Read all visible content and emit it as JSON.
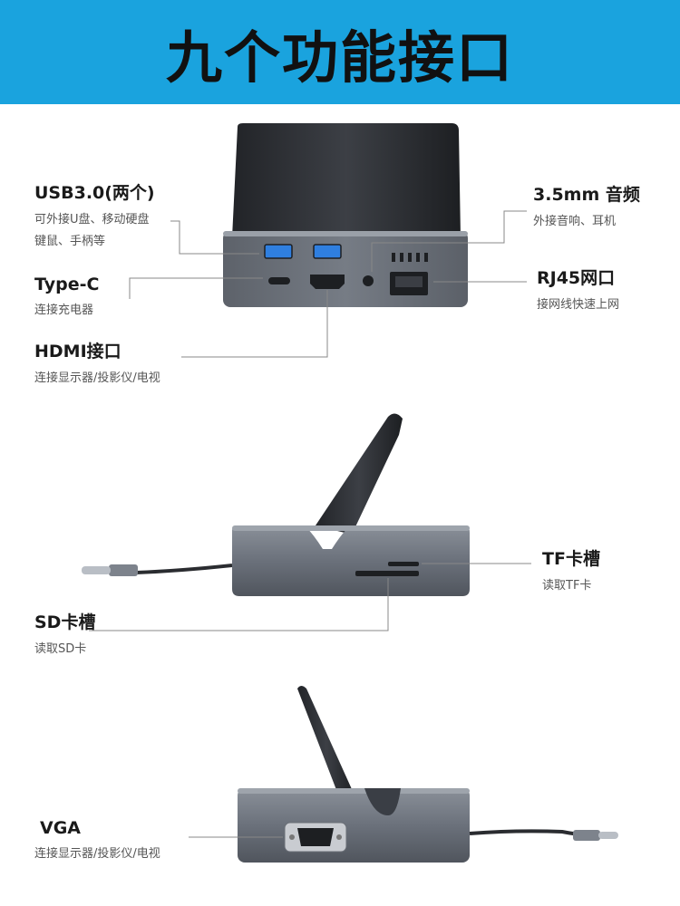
{
  "banner": {
    "title": "九个功能接口"
  },
  "callouts": {
    "usb": {
      "title": "USB3.0(两个)",
      "desc_1": "可外接U盘、移动硬盘",
      "desc_2": "键鼠、手柄等"
    },
    "typec": {
      "title": "Type-C",
      "desc": "连接充电器"
    },
    "hdmi": {
      "title": "HDMI接口",
      "desc": "连接显示器/投影仪/电视"
    },
    "audio": {
      "title": "3.5mm 音频",
      "desc": "外接音响、耳机"
    },
    "rj45": {
      "title": "RJ45网口",
      "desc": "接网线快速上网"
    },
    "tf": {
      "title": "TF卡槽",
      "desc": "读取TF卡"
    },
    "sd": {
      "title": "SD卡槽",
      "desc": "读取SD卡"
    },
    "vga": {
      "title": "VGA",
      "desc": "连接显示器/投影仪/电视"
    }
  },
  "colors": {
    "banner": "#1aa3de",
    "device_body": "#6b717b",
    "device_dark": "#3a3e45",
    "usb_blue": "#2f7fe0",
    "leader_line": "#888888"
  }
}
